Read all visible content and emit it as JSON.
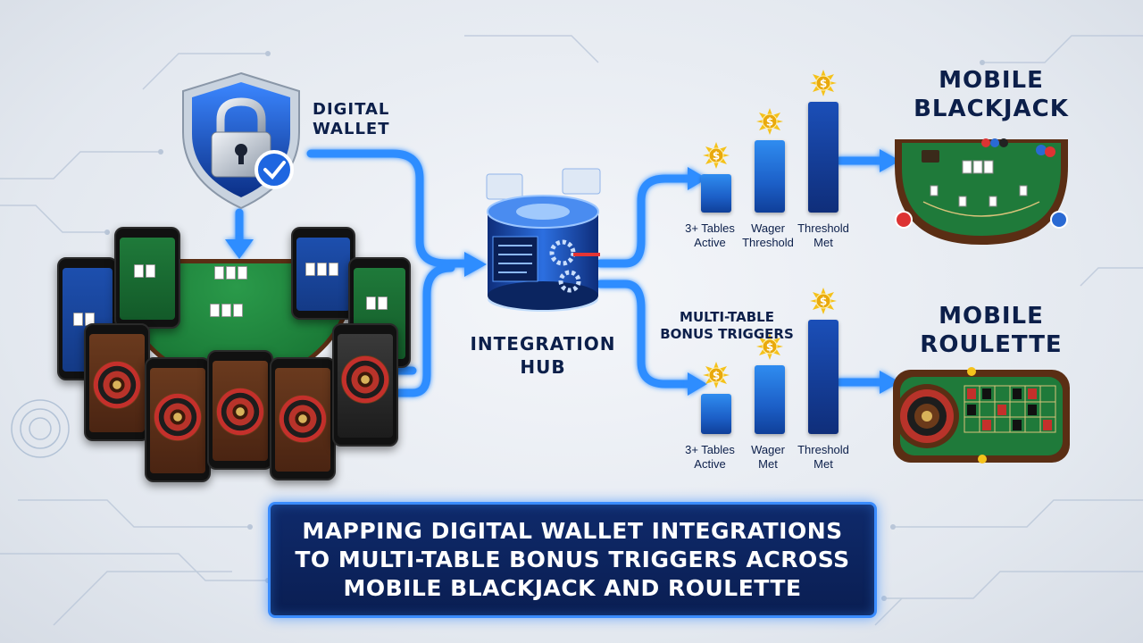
{
  "labels": {
    "digital_wallet_line1": "DIGITAL",
    "digital_wallet_line2": "WALLET",
    "integration_hub_line1": "INTEGRATION",
    "integration_hub_line2": "HUB",
    "multi_table_line1": "MULTI-TABLE",
    "multi_table_line2": "BONUS TRIGGERS",
    "mobile_blackjack_line1": "MOBILE",
    "mobile_blackjack_line2": "BLACKJACK",
    "mobile_roulette_line1": "MOBILE",
    "mobile_roulette_line2": "ROULETTE"
  },
  "blackjack_triggers": [
    {
      "line1": "3+ Tables",
      "line2": "Active"
    },
    {
      "line1": "Wager",
      "line2": "Threshold"
    },
    {
      "line1": "Threshold",
      "line2": "Met"
    }
  ],
  "roulette_triggers": [
    {
      "line1": "3+ Tables",
      "line2": "Active"
    },
    {
      "line1": "Wager",
      "line2": "Met"
    },
    {
      "line1": "Threshold",
      "line2": "Met"
    }
  ],
  "bar_levels": {
    "blackjack": [
      0.35,
      0.65,
      1.0
    ],
    "roulette": [
      0.35,
      0.6,
      1.0
    ]
  },
  "title": {
    "line1": "MAPPING DIGITAL WALLET INTEGRATIONS",
    "line2": "TO MULTI-TABLE BONUS TRIGGERS ACROSS",
    "line3": "MOBILE BLACKJACK AND ROULETTE"
  },
  "coin_symbol": "$",
  "colors": {
    "navy": "#0c1f4a",
    "glow_blue": "#2e8dff",
    "felt_green": "#1f7a3a",
    "gold": "#f5c21b"
  }
}
